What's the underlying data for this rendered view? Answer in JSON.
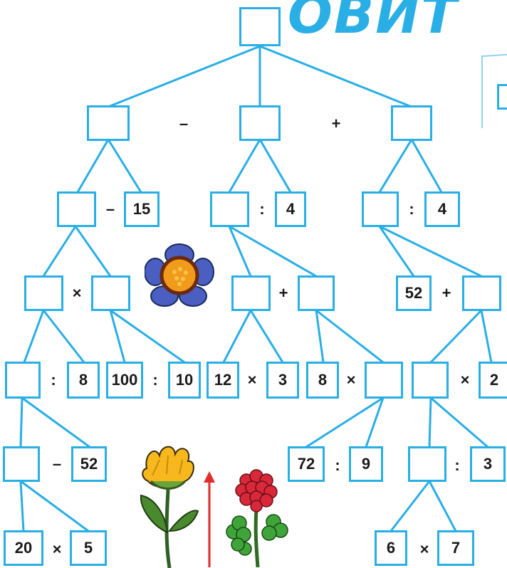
{
  "header": {
    "title_fragment": "ОВИТ"
  },
  "colors": {
    "accent": "#29aee6",
    "arrow": "#e22b2b"
  },
  "tree": {
    "operators": {
      "level1_minus": "–",
      "level1_plus": "+",
      "l2_left_minus": "–",
      "l2_mid_div": ":",
      "l2_right_div": ":",
      "l3_left_times": "×",
      "l3_mid_plus": "+",
      "l3_right_plus": "+",
      "l4_div_a": ":",
      "l4_div_b": ":",
      "l4_times_a": "×",
      "l4_times_b": "×",
      "l4_times_c": "×",
      "l5_left_minus": "–",
      "l5_mid_div": ":",
      "l5_right_div": ":",
      "l6_left_times": "×",
      "l6_right_times": "×"
    },
    "values": {
      "n15": "15",
      "n4a": "4",
      "n4b": "4",
      "n52a": "52",
      "n8a": "8",
      "n100": "100",
      "n10": "10",
      "n12": "12",
      "n3a": "3",
      "n8b": "8",
      "n2": "2",
      "n52b": "52",
      "n72": "72",
      "n9": "9",
      "n3b": "3",
      "n20": "20",
      "n5": "5",
      "n6": "6",
      "n7": "7"
    }
  }
}
